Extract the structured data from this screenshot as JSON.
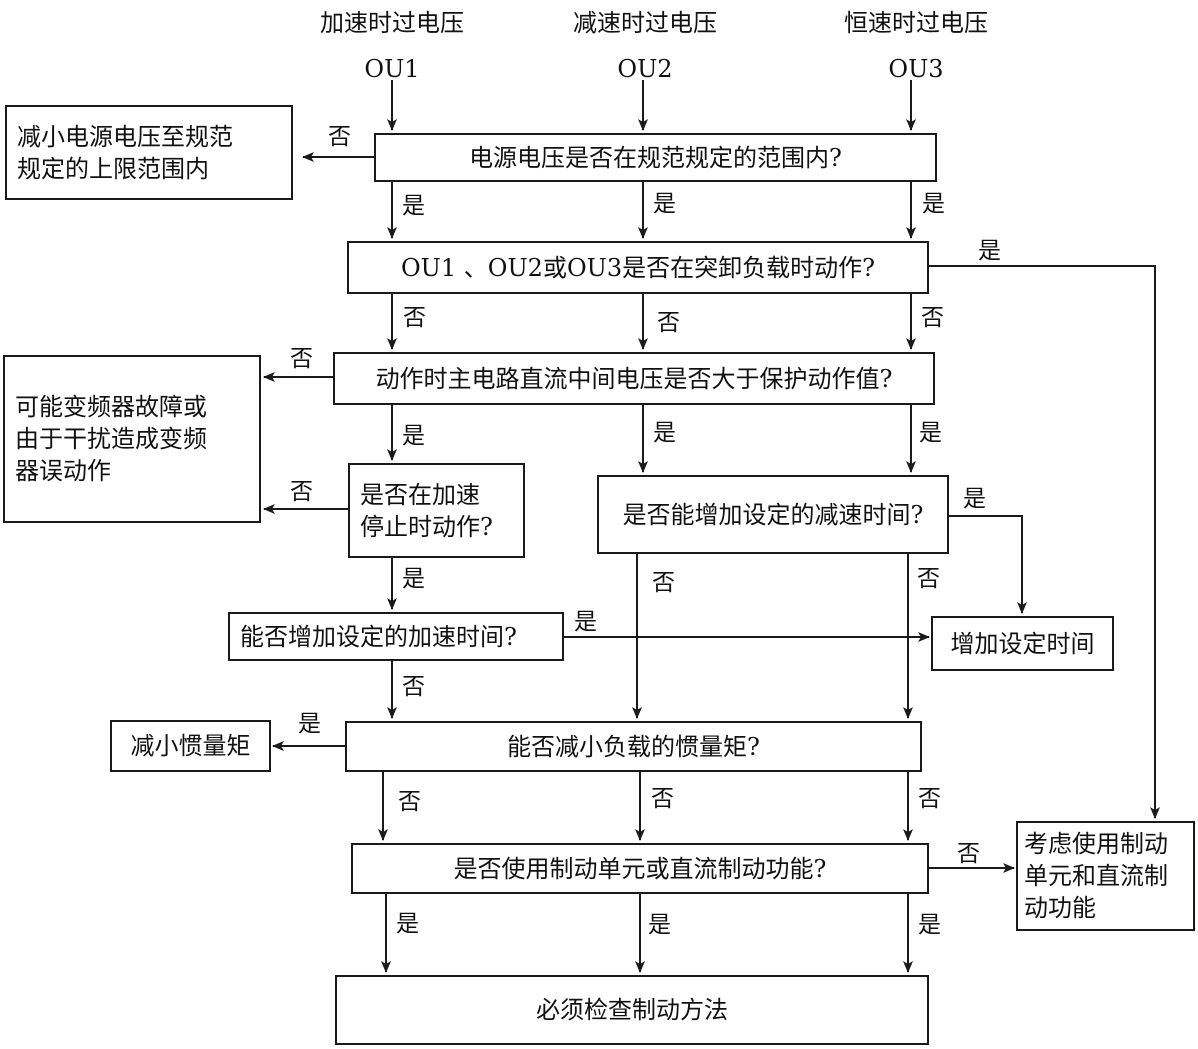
{
  "headers": [
    {
      "title": "加速时过电压",
      "code": "OU1"
    },
    {
      "title": "减速时过电压",
      "code": "OU2"
    },
    {
      "title": "恒速时过电压",
      "code": "OU3"
    }
  ],
  "nodes": {
    "q_supply": "电源电压是否在规范规定的范围内?",
    "a_reduce_supply": [
      "减小电源电压至规范",
      "规定的上限范围内"
    ],
    "q_sudden_unload": "OU1 、OU2或OU3是否在突卸负载时动作?",
    "q_dc_voltage": "动作时主电路直流中间电压是否大于保护动作值?",
    "a_fault": [
      "可能变频器故障或",
      "由于干扰造成变频",
      "器误动作"
    ],
    "q_accel_stop": [
      "是否在加速",
      "停止时动作?"
    ],
    "q_decel_time": "是否能增加设定的减速时间?",
    "q_accel_time": "能否增加设定的加速时间?",
    "a_increase_time": "增加设定时间",
    "a_reduce_inertia": "减小惯量矩",
    "q_inertia": "能否减小负载的惯量矩?",
    "q_brake_unit": "是否使用制动单元或直流制动功能?",
    "a_consider_brake": [
      "考虑使用制动",
      "单元和直流制",
      "动功能"
    ],
    "a_check_brake": "必须检查制动方法"
  },
  "edge_labels": {
    "yes": "是",
    "no": "否"
  }
}
